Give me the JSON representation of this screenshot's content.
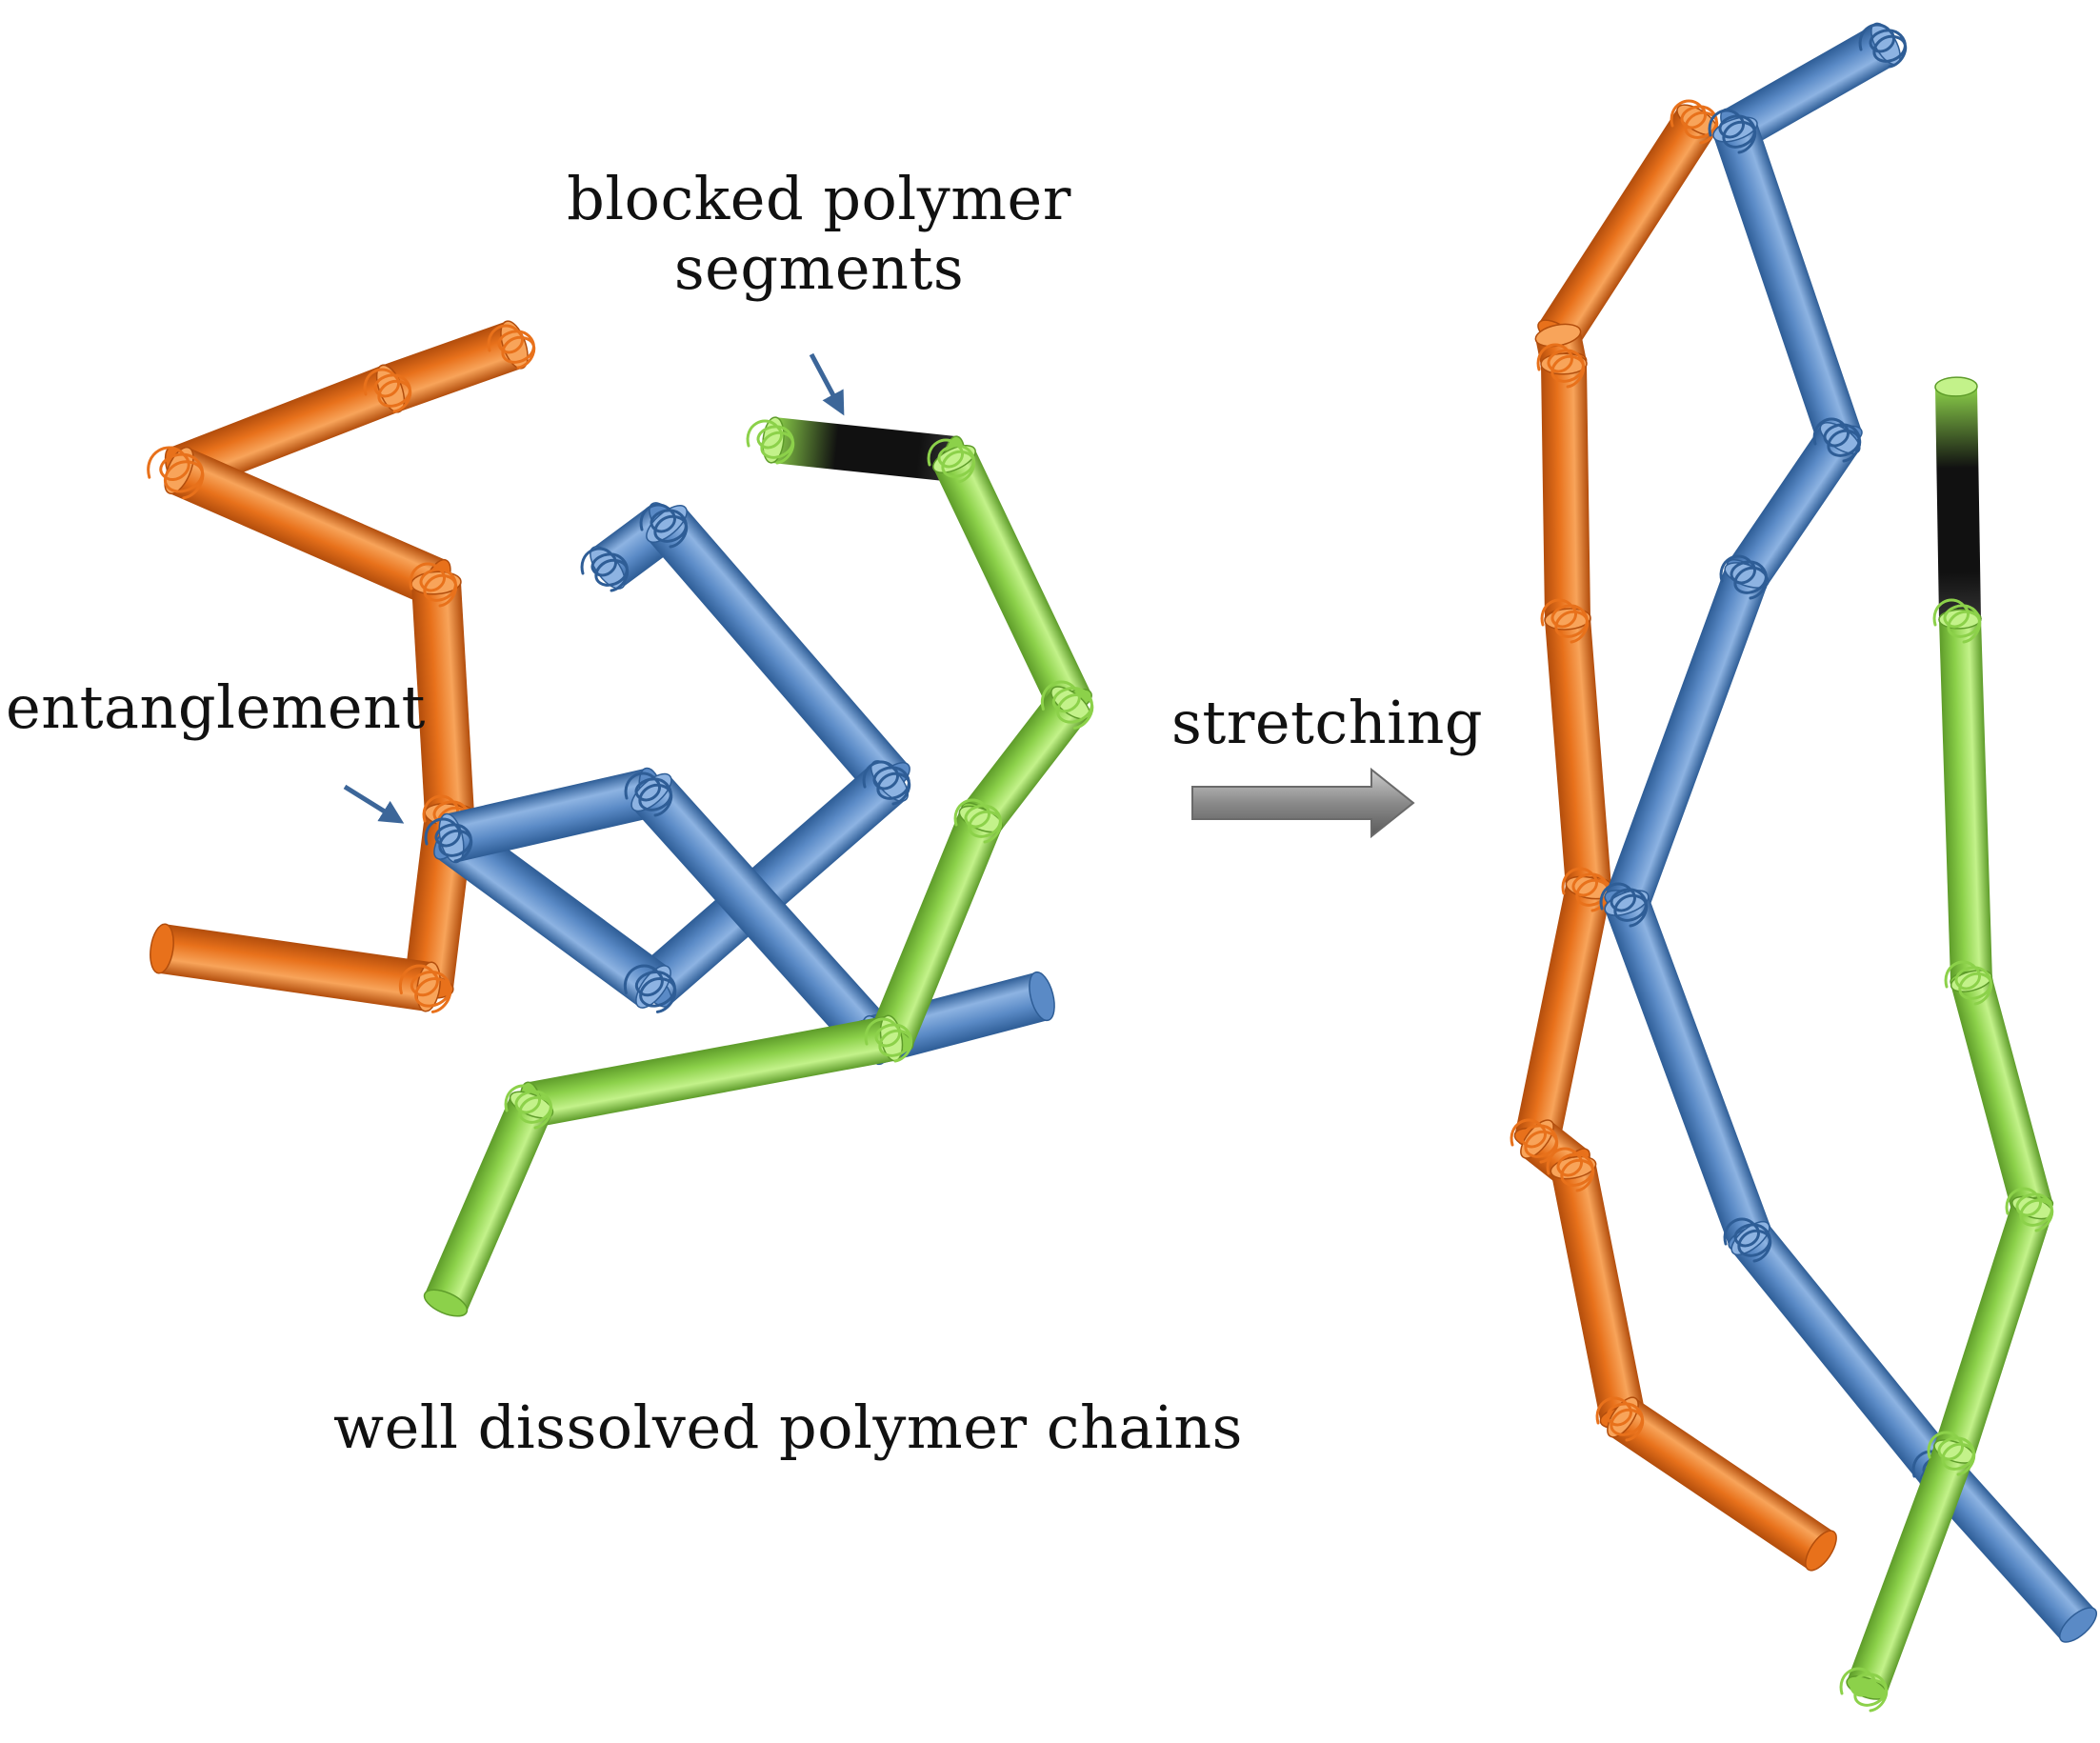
{
  "labels": {
    "blocked_line1": "blocked polymer",
    "blocked_line2": "segments",
    "entanglement": "entanglement",
    "stretching": "stretching",
    "dissolved": "well dissolved polymer chains"
  },
  "colors": {
    "orange": "#E8711B",
    "orange_dark": "#B24D0C",
    "orange_light": "#F8A45A",
    "blue": "#5A8AC6",
    "blue_dark": "#2E5D96",
    "blue_light": "#8DB3E2",
    "green": "#8CD14A",
    "green_dark": "#5E9C2A",
    "green_light": "#C3F28A",
    "blocked": "#111111",
    "arrow_pointer": "#3C6699",
    "arrow_body": "#8A8A8A"
  }
}
